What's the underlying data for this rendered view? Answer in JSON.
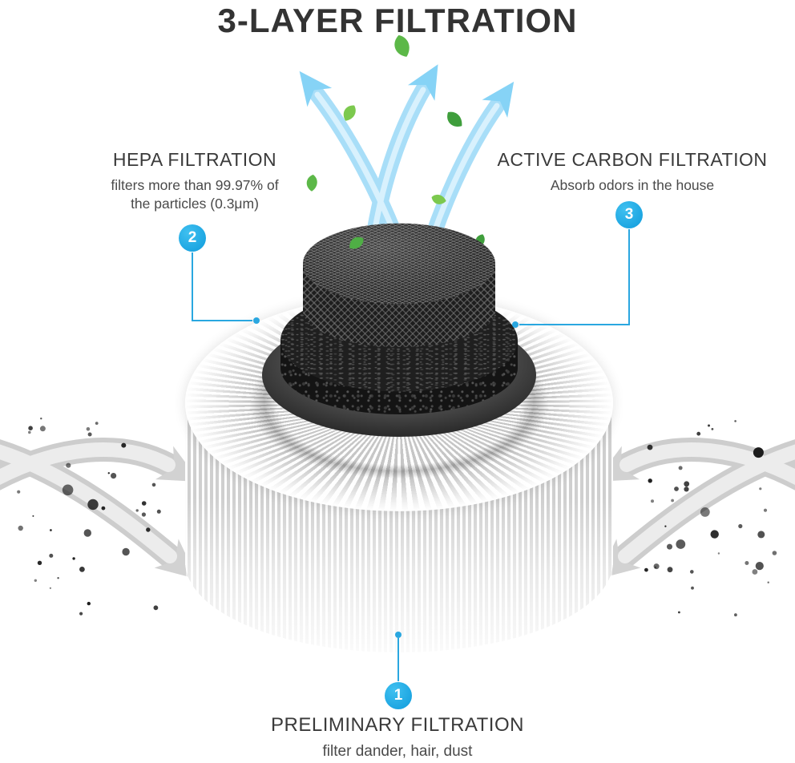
{
  "title": "3-LAYER FILTRATION",
  "colors": {
    "badge_blue": "#18a6e4",
    "callout_blue": "#2aa7e0",
    "airflow_arrow_blue": "#a8def8",
    "intake_arrow_gray": "#cdcdcd",
    "leaf_green": "#5cb848",
    "title_text": "#333333",
    "body_text": "#4a4a4a"
  },
  "callouts": {
    "hepa": {
      "badge": "2",
      "title": "HEPA FILTRATION",
      "desc_line1": "filters more than 99.97% of",
      "desc_line2": "the particles (0.3μm)"
    },
    "active_carbon": {
      "badge": "3",
      "title": "ACTIVE CARBON FILTRATION",
      "desc_line1": "Absorb odors in the house"
    },
    "preliminary": {
      "badge": "1",
      "title": "PRELIMINARY FILTRATION",
      "desc_line1": "filter dander, hair, dust"
    }
  }
}
